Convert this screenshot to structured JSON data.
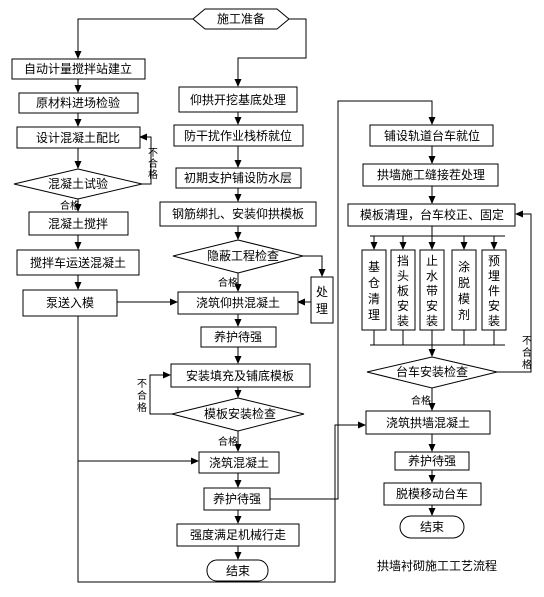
{
  "title": "拱墙衬砌施工工艺流程",
  "nodes": {
    "start": "施工准备",
    "station": "自动计量搅拌站建立",
    "materials": "原材料进场检验",
    "mix_design": "设计混凝土配比",
    "concrete_test": "混凝土试验",
    "mixing": "混凝土搅拌",
    "transport": "搅拌车运送混凝土",
    "pump": "泵送入模",
    "excavate": "仰拱开挖基底处理",
    "trestle": "防干扰作业栈桥就位",
    "waterproof": "初期支护铺设防水层",
    "rebar": "钢筋绑扎、安装仰拱模板",
    "hidden_check": "隐蔽工程检查",
    "handle": "处理",
    "pour_invert": "浇筑仰拱混凝土",
    "cure1": "养护待强",
    "fill_form": "安装填充及铺底模板",
    "form_check": "模板安装检查",
    "pour": "浇筑混凝土",
    "cure2": "养护待强",
    "strength": "强度满足机械行走",
    "end1": "结束",
    "track": "铺设轨道台车就位",
    "joint": "拱墙施工缝接茬处理",
    "formwork_clean": "模板清理，台车校正、固定",
    "base_clean": "基仓清理",
    "stop_board": "挡头板安装",
    "waterstop": "止水带安装",
    "release": "涂脱模剂",
    "embedded": "预埋件安装",
    "trolley_check": "台车安装检查",
    "pour_arch": "浇筑拱墙混凝土",
    "cure3": "养护待强",
    "demold": "脱模移动台车",
    "end2": "结束"
  },
  "labels": {
    "pass": "合格",
    "fail": "不合格"
  }
}
